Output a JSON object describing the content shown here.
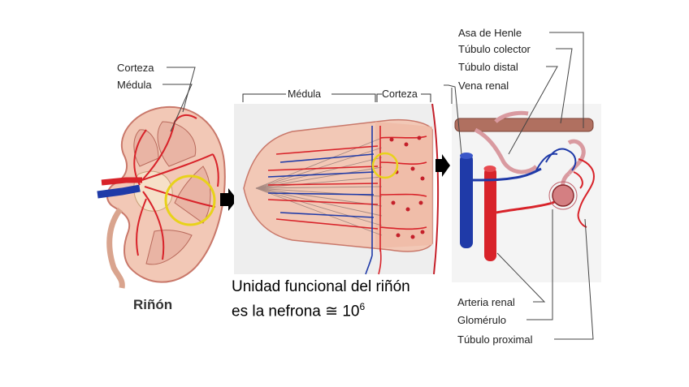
{
  "kidney": {
    "title": "Riñón",
    "labels": {
      "cortex": "Corteza",
      "medulla": "Médula"
    }
  },
  "pyramid": {
    "labels": {
      "medulla": "Médula",
      "cortex": "Corteza"
    }
  },
  "nephron": {
    "labels": {
      "loop_of_henle": "Asa de Henle",
      "collecting_tubule": "Túbulo colector",
      "distal_tubule": "Túbulo distal",
      "renal_vein": "Vena renal",
      "renal_artery": "Arteria renal",
      "glomerulus": "Glomérulo",
      "proximal_tubule": "Túbulo proximal"
    }
  },
  "caption": {
    "line1": "Unidad funcional del riñón",
    "line2_prefix": "es la nefrona ≅ 10",
    "exponent": "6"
  },
  "colors": {
    "artery": "#d8232a",
    "vein": "#1f3aa8",
    "tissue": "#f2c8b6",
    "highlight": "#e8d21a",
    "arrow": "#000000"
  }
}
